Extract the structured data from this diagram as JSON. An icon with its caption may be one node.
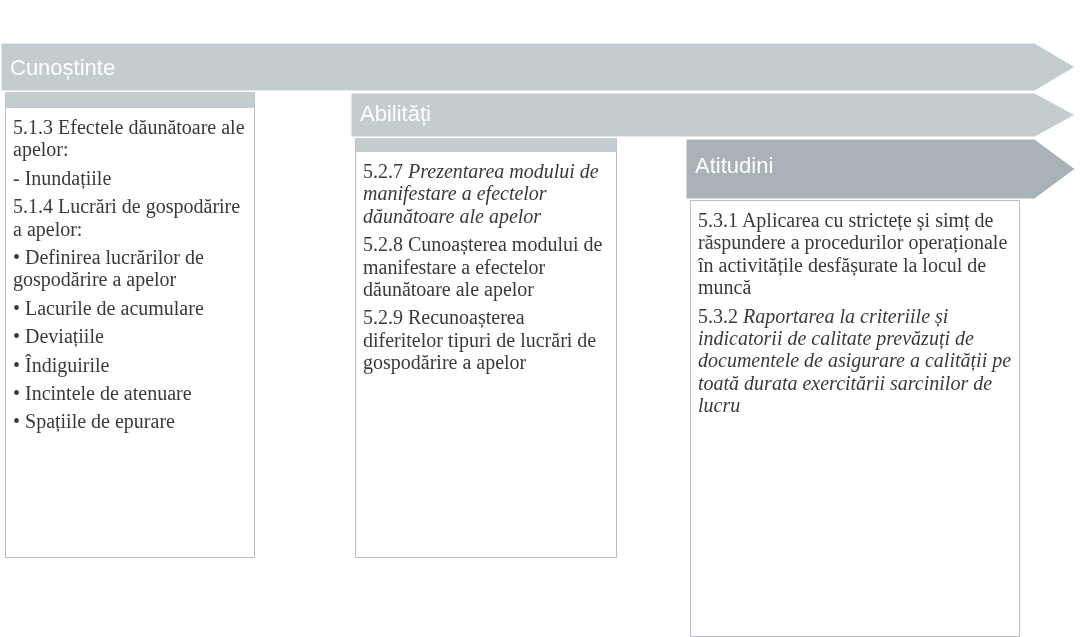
{
  "diagram": {
    "nodes": [
      {
        "text": [
          "Cunoștinte"
        ]
      },
      {
        "text": [
          "5.1.3 Efectele dăunătoare ale apelor:",
          "- Inundațiile",
          "5.1.4 Lucrări de gospodărire a apelor:",
          "• Definirea lucrărilor de gospodărire a apelor",
          "• Lacurile de acumulare",
          "• Deviațiile",
          "• Îndiguirile",
          "• Incintele de atenuare",
          "• Spațiile de epurare"
        ]
      },
      {
        "text": [
          "Abilități"
        ]
      },
      {
        "text": [
          "5.2.7 *Prezentarea modului de manifestare a efectelor dăunătoare ale apelor*",
          "5.2.8 Cunoașterea modului de manifestare a efectelor dăunătoare ale apelor",
          "5.2.9 Recunoașterea diferitelor tipuri de lucrări de gospodărire a apelor"
        ]
      },
      {
        "text": [
          "Atitudini"
        ]
      },
      {
        "text": [
          "5.3.1 Aplicarea cu strictețe și simț de răspundere a procedurilor operaționale în activitățile desfășurate la locul de muncă",
          "5.3.2 *Raportarea la criteriile și indicatorii de calitate prevăzuți de documentele de asigurare a calității pe toată durata exercitării sarcinilor de lucru*"
        ]
      }
    ]
  }
}
